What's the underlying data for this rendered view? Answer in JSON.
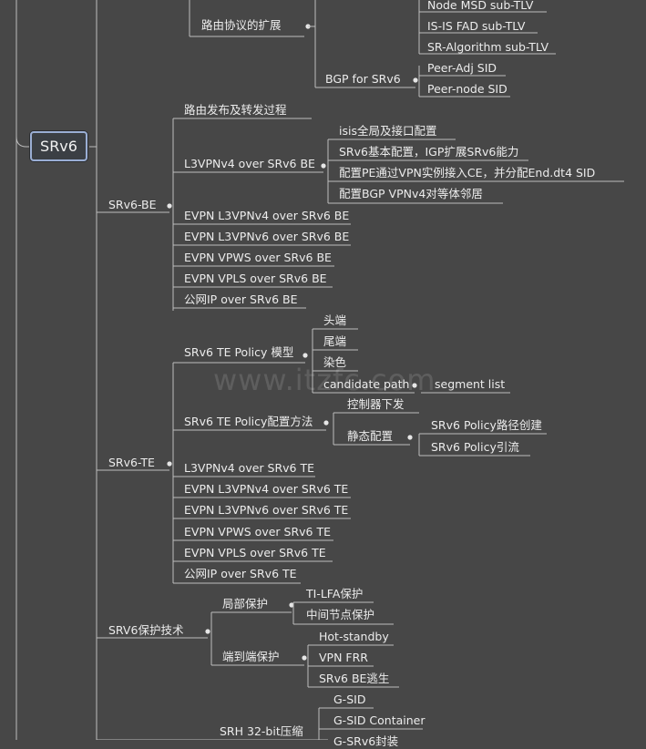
{
  "root": "SRv6",
  "watermark": "www.itzfc.com",
  "nodes": {
    "n_proto_ext": "路由协议的扩展",
    "n_node_msd": "Node MSD sub-TLV",
    "n_fad": "IS-IS FAD sub-TLV",
    "n_sr_algo": "SR-Algorithm sub-TLV",
    "n_bgp_srv6": "BGP for SRv6",
    "n_peer_adj": "Peer-Adj SID",
    "n_peer_node": "Peer-node SID",
    "n_srv6_be": "SRv6-BE",
    "n_route_pub": "路由发布及转发过程",
    "n_l3vpnv4_be": "L3VPNv4 over SRv6 BE",
    "n_isis_cfg": "isis全局及接口配置",
    "n_srv6_basic": "SRv6基本配置，IGP扩展SRv6能力",
    "n_pe_cfg": "配置PE通过VPN实例接入CE，并分配End.dt4 SID",
    "n_bgp_peer": "配置BGP VPNv4对等体邻居",
    "n_evpn_l3v4_be": "EVPN L3VPNv4 over SRv6 BE",
    "n_evpn_l3v6_be": "EVPN L3VPNv6 over SRv6 BE",
    "n_evpn_vpws_be": "EVPN VPWS over SRv6 BE",
    "n_evpn_vpls_be": "EVPN VPLS over SRv6 BE",
    "n_public_be": "公网IP over SRv6 BE",
    "n_srv6_te": "SRv6-TE",
    "n_te_model": "SRv6 TE Policy 模型",
    "n_head": "头端",
    "n_tail": "尾端",
    "n_color": "染色",
    "n_cand": "candidate path",
    "n_seglist": "segment list",
    "n_te_cfg": "SRv6 TE Policy配置方法",
    "n_ctrl": "控制器下发",
    "n_static": "静态配置",
    "n_policy_path": "SRv6 Policy路径创建",
    "n_policy_steer": "SRv6 Policy引流",
    "n_l3vpnv4_te": "L3VPNv4 over SRv6 TE",
    "n_evpn_l3v4_te": "EVPN L3VPNv4 over SRv6 TE",
    "n_evpn_l3v6_te": "EVPN L3VPNv6 over SRv6 TE",
    "n_evpn_vpws_te": "EVPN VPWS over SRv6 TE",
    "n_evpn_vpls_te": "EVPN VPLS over SRv6 TE",
    "n_public_te": "公网IP over SRv6 TE",
    "n_protect": "SRV6保护技术",
    "n_local": "局部保护",
    "n_tilfa": "TI-LFA保护",
    "n_mid": "中间节点保护",
    "n_e2e": "端到端保护",
    "n_hot": "Hot-standby",
    "n_vpnfrr": "VPN FRR",
    "n_escape": "SRv6 BE逃生",
    "n_srh": "SRH 32-bit压缩",
    "n_gsid": "G-SID",
    "n_gsid_cont": "G-SID Container",
    "n_gsrv6": "G-SRv6封装"
  },
  "colors": {
    "background": "#474747",
    "line": "#bdbdbd",
    "text": "#ececec",
    "root_border": "#9aaed4"
  }
}
